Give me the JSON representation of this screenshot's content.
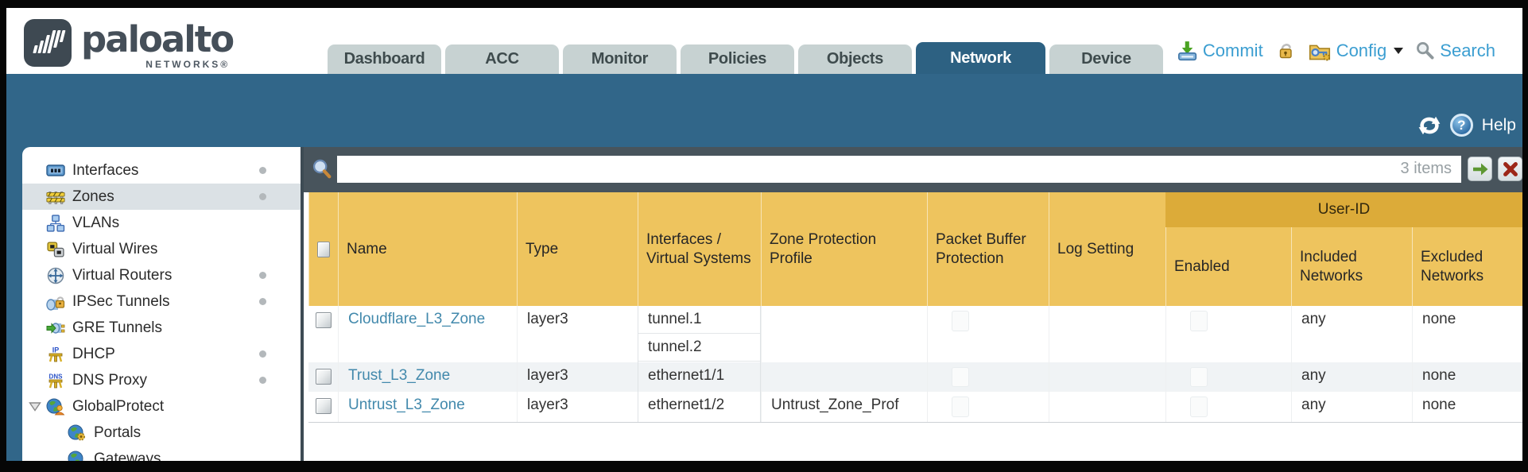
{
  "brand": {
    "name": "paloalto",
    "networks": "NETWORKS®"
  },
  "tabs": [
    {
      "label": "Dashboard",
      "active": false
    },
    {
      "label": "ACC",
      "active": false
    },
    {
      "label": "Monitor",
      "active": false
    },
    {
      "label": "Policies",
      "active": false
    },
    {
      "label": "Objects",
      "active": false
    },
    {
      "label": "Network",
      "active": true
    },
    {
      "label": "Device",
      "active": false
    }
  ],
  "toolbar": {
    "commit_label": "Commit",
    "config_label": "Config",
    "search_label": "Search"
  },
  "statusbar": {
    "help_label": "Help"
  },
  "sidebar": {
    "items": [
      {
        "label": "Interfaces",
        "bullet": true,
        "selected": false
      },
      {
        "label": "Zones",
        "bullet": true,
        "selected": true
      },
      {
        "label": "VLANs",
        "bullet": false
      },
      {
        "label": "Virtual Wires",
        "bullet": false
      },
      {
        "label": "Virtual Routers",
        "bullet": true
      },
      {
        "label": "IPSec Tunnels",
        "bullet": true
      },
      {
        "label": "GRE Tunnels",
        "bullet": false
      },
      {
        "label": "DHCP",
        "bullet": true
      },
      {
        "label": "DNS Proxy",
        "bullet": true
      },
      {
        "label": "GlobalProtect",
        "bullet": false,
        "expanded": true
      },
      {
        "label": "Portals",
        "child": true
      },
      {
        "label": "Gateways",
        "child": true
      }
    ]
  },
  "search": {
    "value": "",
    "count_label": "3 items"
  },
  "table": {
    "group_header": "User-ID",
    "columns": [
      "Name",
      "Type",
      "Interfaces / Virtual Systems",
      "Zone Protection Profile",
      "Packet Buffer Protection",
      "Log Setting",
      "Enabled",
      "Included Networks",
      "Excluded Networks"
    ],
    "rows": [
      {
        "name": "Cloudflare_L3_Zone",
        "type": "layer3",
        "interfaces": [
          "tunnel.1",
          "tunnel.2"
        ],
        "zone_protection_profile": "",
        "packet_buffer_protection": false,
        "log_setting": "",
        "user_id_enabled": false,
        "included_networks": "any",
        "excluded_networks": "none"
      },
      {
        "name": "Trust_L3_Zone",
        "type": "layer3",
        "interfaces": [
          "ethernet1/1"
        ],
        "zone_protection_profile": "",
        "packet_buffer_protection": false,
        "log_setting": "",
        "user_id_enabled": false,
        "included_networks": "any",
        "excluded_networks": "none"
      },
      {
        "name": "Untrust_L3_Zone",
        "type": "layer3",
        "interfaces": [
          "ethernet1/2"
        ],
        "zone_protection_profile": "Untrust_Zone_Prof",
        "packet_buffer_protection": false,
        "log_setting": "",
        "user_id_enabled": false,
        "included_networks": "any",
        "excluded_networks": "none"
      }
    ]
  },
  "colors": {
    "teal_band": "#316689",
    "active_tab": "#2d6182",
    "header_orange": "#eec45e",
    "user_id_gold": "#dcab39",
    "searchbar_slate": "#48545c",
    "link_blue": "#4289ac",
    "toolbar_blue": "#3b9ed1"
  }
}
